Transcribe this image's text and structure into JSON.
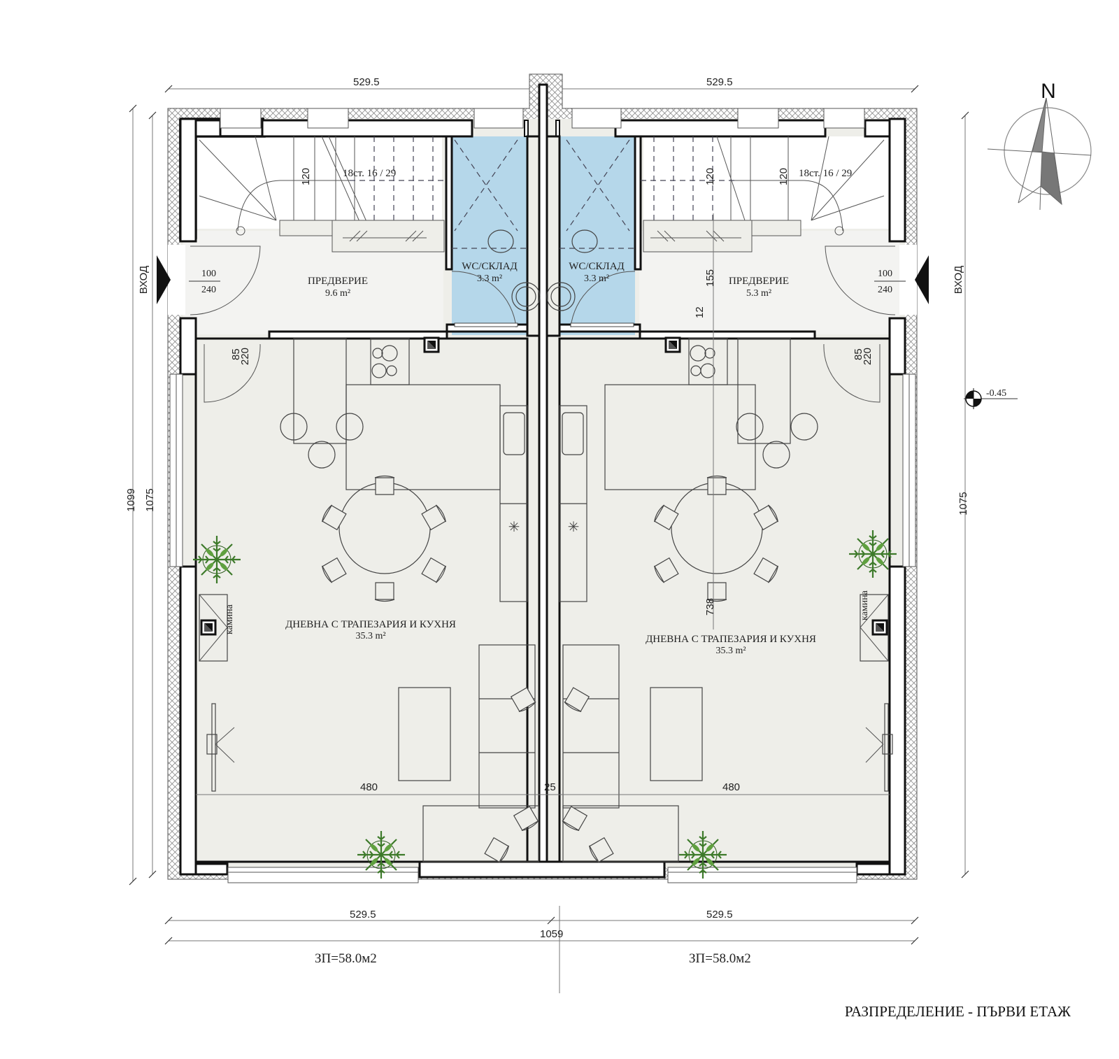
{
  "drawing": {
    "title": "РАЗПРЕДЕЛЕНИЕ - ПЪРВИ ЕТАЖ",
    "north_label": "N",
    "level_mark": "-0.45",
    "colors": {
      "floor": "#eeeee9",
      "wc_fill": "#b5d7ea",
      "wall": "#111111",
      "insulation_hatch": "#999999",
      "plant": "#3d7a2a",
      "compass_fill": "#777777"
    }
  },
  "dimensions": {
    "top_left": "529.5",
    "top_right": "529.5",
    "bottom_left": "529.5",
    "bottom_right": "529.5",
    "overall_width": "1059",
    "overall_height": "1099",
    "left_inner_height": "1075",
    "right_inner_height": "1075",
    "stair_width_left": "120",
    "stair_width_right_a": "120",
    "stair_width_right_b": "120",
    "hall_depth": "155",
    "wall_thickness": "12",
    "dining_depth": "738",
    "living_width_left": "480",
    "living_width_right": "480",
    "party_wall": "25"
  },
  "units": [
    {
      "side": "left",
      "entrance_label": "ВХОД",
      "entrance_door": {
        "width": "100",
        "height": "240"
      },
      "interior_door": {
        "width": "85",
        "height": "220"
      },
      "stairs": "18ст. 16 / 29",
      "rooms": [
        {
          "name": "ПРЕДВЕРИЕ",
          "area": "9.6 m²"
        },
        {
          "name": "WC/СКЛАД",
          "area": "3.3 m²"
        },
        {
          "name": "ДНЕВНА С ТРАПЕЗАРИЯ И КУХНЯ",
          "area": "35.3 m²"
        }
      ],
      "fireplace_label": "камина",
      "footprint": "ЗП=58.0м2"
    },
    {
      "side": "right",
      "entrance_label": "ВХОД",
      "entrance_door": {
        "width": "100",
        "height": "240"
      },
      "interior_door": {
        "width": "85",
        "height": "220"
      },
      "stairs": "18ст. 16 / 29",
      "rooms": [
        {
          "name": "ПРЕДВЕРИЕ",
          "area": "5.3 m²"
        },
        {
          "name": "WC/СКЛАД",
          "area": "3.3 m²"
        },
        {
          "name": "ДНЕВНА С ТРАПЕЗАРИЯ И КУХНЯ",
          "area": "35.3 m²"
        }
      ],
      "fireplace_label": "камина",
      "footprint": "ЗП=58.0м2"
    }
  ]
}
